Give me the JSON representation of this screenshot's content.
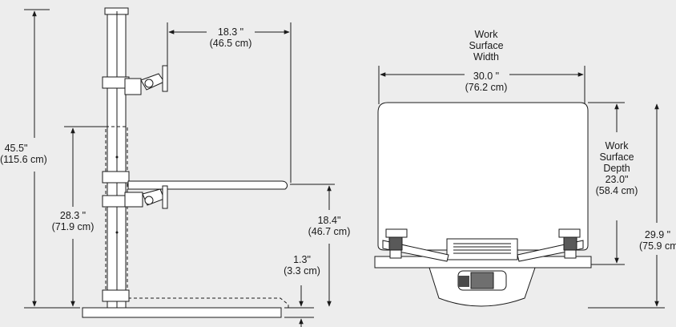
{
  "side_view": {
    "overall_height": {
      "imperial": "45.5\"",
      "metric": "(115.6 cm)"
    },
    "max_adjust_height": {
      "imperial": "28.3 \"",
      "metric": "(71.9 cm)"
    },
    "monitor_arm_reach": {
      "imperial": "18.3 \"",
      "metric": "(46.5 cm)"
    },
    "surface_to_floor": {
      "imperial": "18.4\"",
      "metric": "(46.7 cm)"
    },
    "base_thickness": {
      "imperial": "1.3\"",
      "metric": "(3.3 cm)"
    }
  },
  "top_view": {
    "width_label": [
      "Work",
      "Surface",
      "Width"
    ],
    "width_value": {
      "imperial": "30.0 \"",
      "metric": "(76.2 cm)"
    },
    "depth_label": [
      "Work",
      "Surface",
      "Depth"
    ],
    "depth_value": {
      "imperial": "23.0\"",
      "metric": "(58.4 cm)"
    },
    "overall_depth": {
      "imperial": "29.9 \"",
      "metric": "(75.9 cm)"
    }
  }
}
